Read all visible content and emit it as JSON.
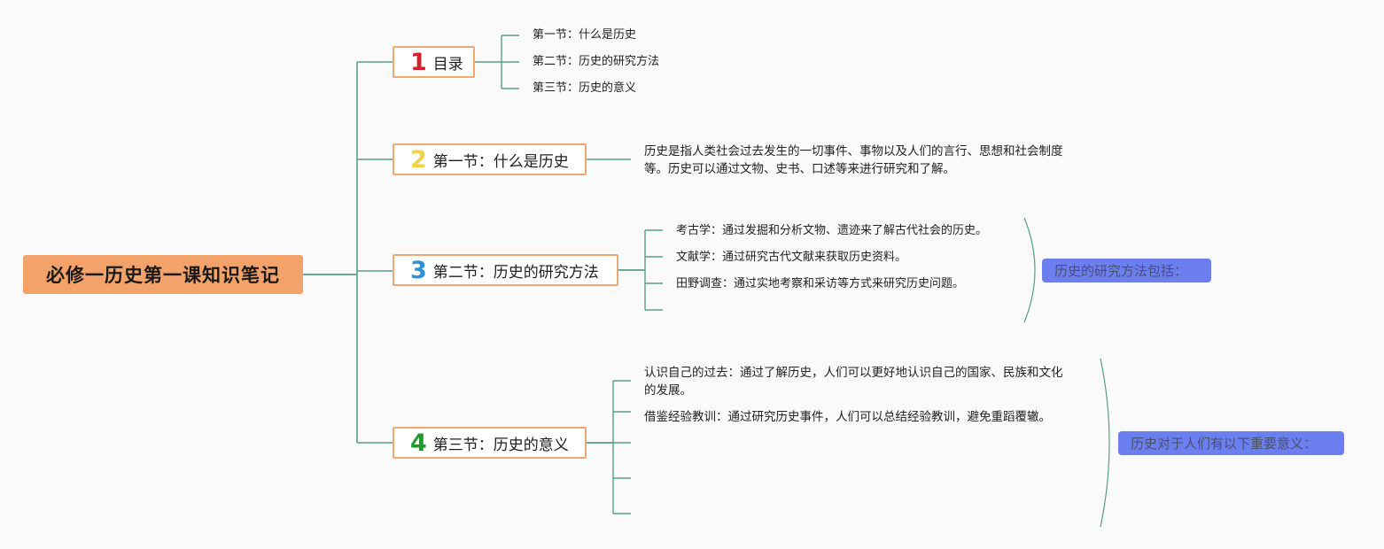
{
  "root": {
    "title": "必修一历史第一课知识笔记"
  },
  "topics": [
    {
      "num": "1",
      "num_color": "#d4202a",
      "title": "目录"
    },
    {
      "num": "2",
      "num_color": "#f2d24a",
      "title": "第一节：什么是历史"
    },
    {
      "num": "3",
      "num_color": "#2e90d8",
      "title": "第二节：历史的研究方法"
    },
    {
      "num": "4",
      "num_color": "#22992f",
      "title": "第三节：历史的意义"
    }
  ],
  "toc": [
    "第一节：什么是历史",
    "第二节：历史的研究方法",
    "第三节：历史的意义"
  ],
  "section1": {
    "line1": "历史是指人类社会过去发生的一切事件、事物以及人们的言行、思想和社会制度",
    "line2": "等。历史可以通过文物、史书、口述等来进行研究和了解。"
  },
  "section2": {
    "methods": [
      "考古学：通过发掘和分析文物、遗迹来了解古代社会的历史。",
      "文献学：通过研究古代文献来获取历史资料。",
      "田野调查：通过实地考察和采访等方式来研究历史问题。"
    ],
    "summary": "历史的研究方法包括："
  },
  "section3": {
    "item1_line1": "认识自己的过去：通过了解历史，人们可以更好地认识自己的国家、民族和文化",
    "item1_line2": "的发展。",
    "item2": "借鉴经验教训：通过研究历史事件，人们可以总结经验教训，避免重蹈覆辙。",
    "summary": "历史对于人们有以下重要意义："
  },
  "colors": {
    "line": "#5a9e84",
    "root_fill": "#f3a26a",
    "topic_border": "#f0a872",
    "summary_fill": "#6b7ff0"
  }
}
